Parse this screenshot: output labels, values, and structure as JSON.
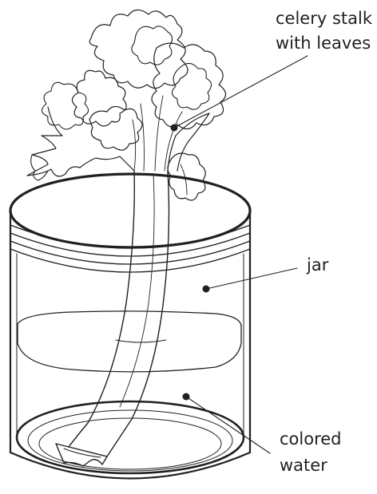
{
  "labels": {
    "celery_line1": "celery stalk",
    "celery_line2": "with leaves",
    "jar": "jar",
    "water_line1": "colored",
    "water_line2": "water"
  },
  "colors": {
    "ink": "#231f20",
    "background": "#ffffff"
  }
}
